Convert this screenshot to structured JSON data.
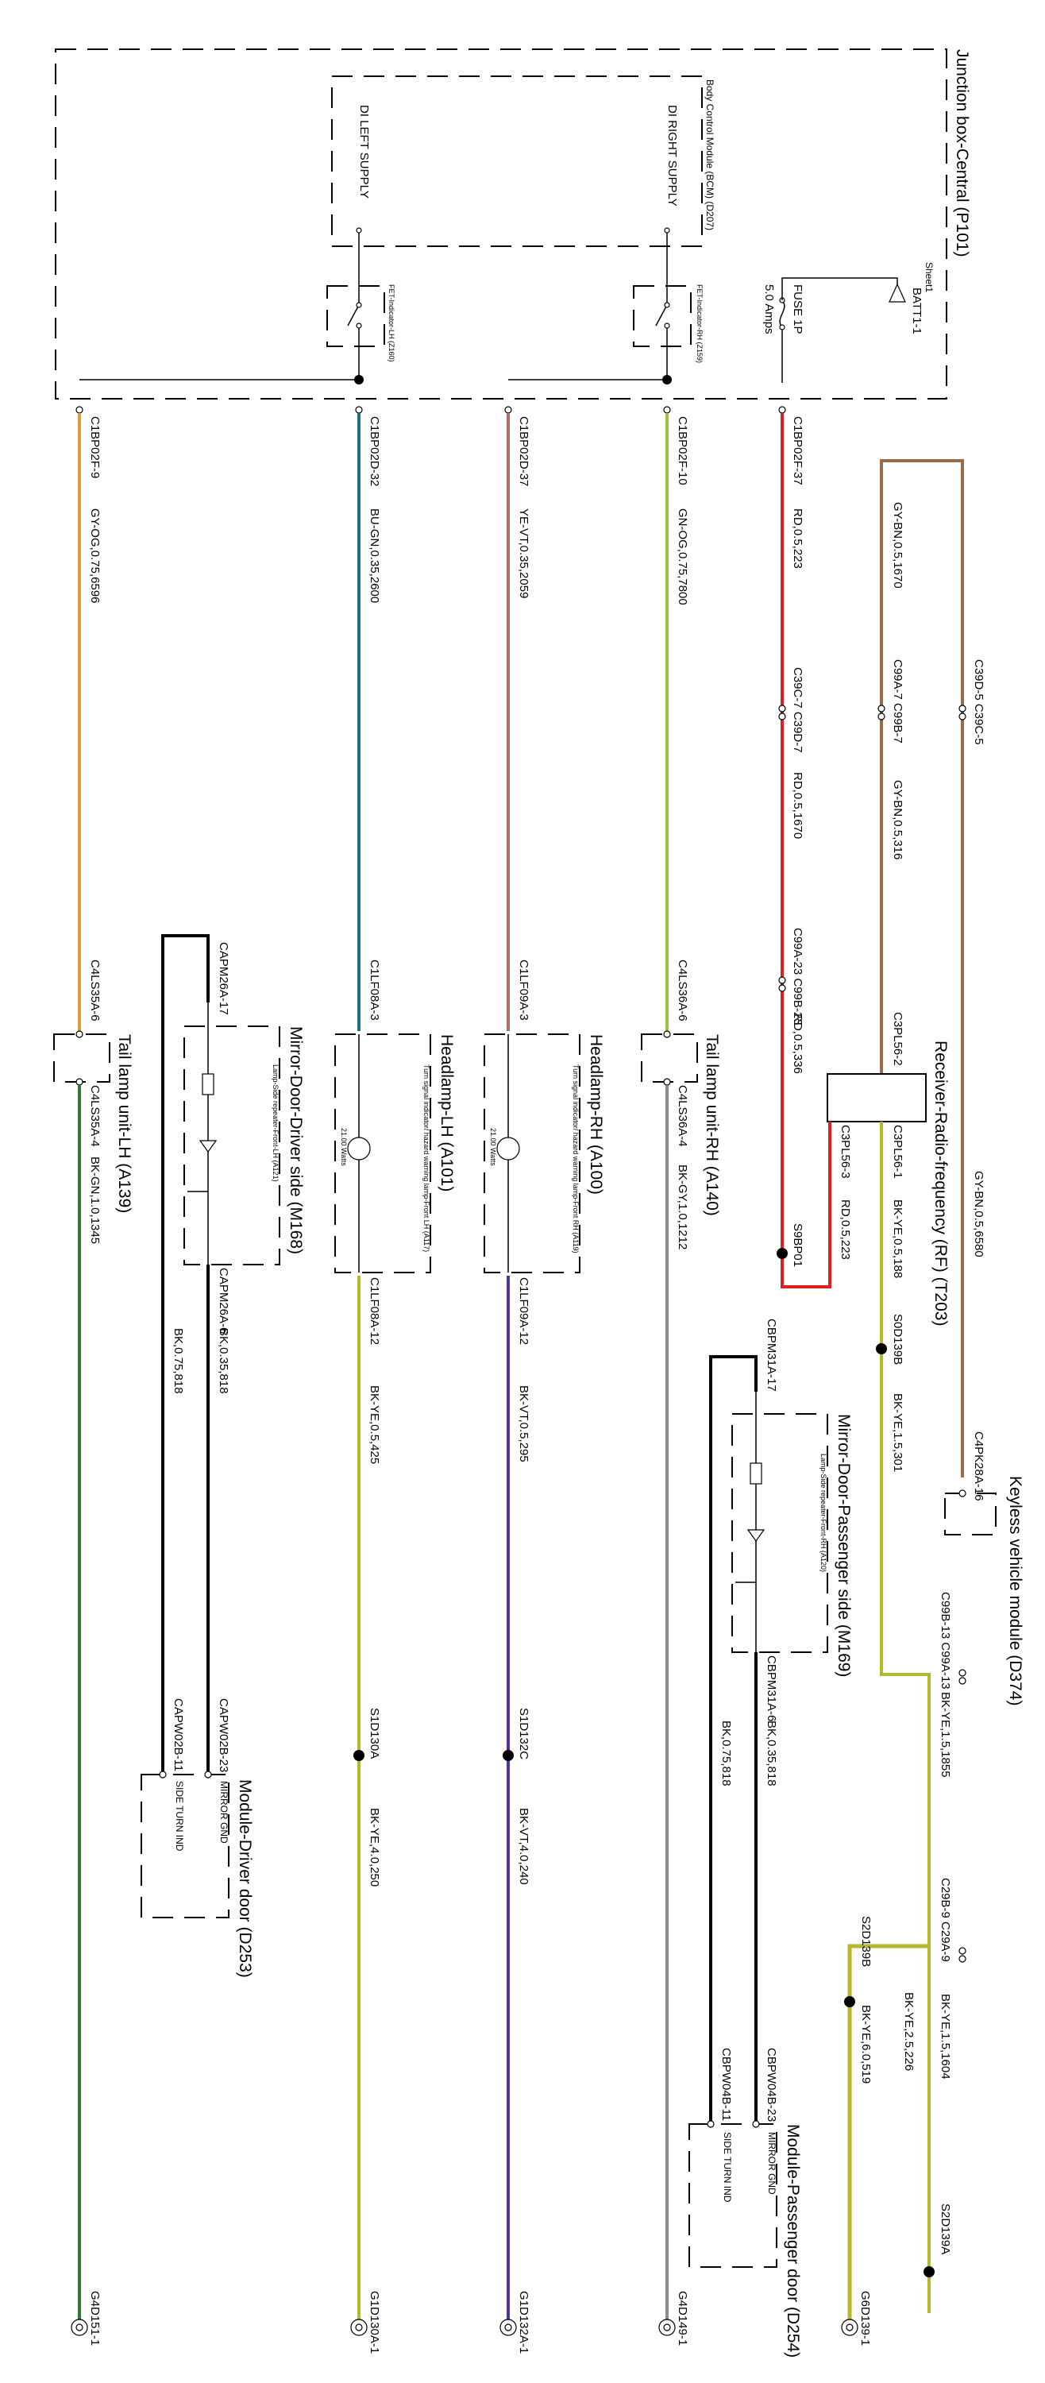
{
  "title": "Junction box-Central (P101)",
  "colors": {
    "red": "#e02020",
    "brown": "#9a6b4a",
    "teal": "#1f6e8c",
    "mauve": "#b07060",
    "lime": "#9bc23a",
    "orange": "#e39a3b",
    "olive": "#b5b82b",
    "purple": "#5a2fa0",
    "grey": "#8a8a8a",
    "green": "#2e7d32",
    "black": "#000000"
  },
  "components": {
    "jb_title": "Junction box-Central (P101)",
    "bcm": "Body Control Module (BCM) (D207)",
    "sheet": "Sheet1",
    "batt": "BATT1-1",
    "fuse": "FUSE 1P",
    "fuse_amps": "5.0 Amps",
    "dr_supply": "DI RIGHT SUPPLY",
    "dl_supply": "DI LEFT SUPPLY",
    "fet_rh": "FET-Indicator-RH (Z159)",
    "fet_lh": "FET-Indicator-LH (Z160)",
    "rf": "Receiver-Radio-frequency (RF) (T203)",
    "kvm": "Keyless vehicle module (D374)",
    "tail_rh": "Tail lamp unit-RH (A140)",
    "tail_lh": "Tail lamp unit-LH (A139)",
    "hl_rh": "Headlamp-RH (A100)",
    "hl_rh_sub": "Turn signal indicator/ hazard warning lamp-Front RH (A119)",
    "hl_lh": "Headlamp-LH (A101)",
    "hl_lh_sub": "Turn signal indicator/ hazard warning lamp-Front LH (A117)",
    "watts": "21.00 Watts",
    "mirror_ps": "Mirror-Door-Passenger side (M169)",
    "mirror_ps_sub": "Lamp-Side repeater-Front-RH (A120)",
    "mirror_ds": "Mirror-Door-Driver side (M168)",
    "mirror_ds_sub": "Lamp-Side repeater-Front-LH (A121)",
    "mod_pd": "Module-Passenger door (D254)",
    "mod_dd": "Module-Driver door (D253)",
    "side_turn": "SIDE TURN IND",
    "mirror_gnd": "MIRROR GND"
  },
  "connectors": {
    "c1": "C1BP02F-37",
    "c2": "C1BP02F-10",
    "c3": "C1BP02D-37",
    "c4": "C1BP02D-32",
    "c5": "C1BP02F-9",
    "c39d5": "C39D-5 C39C-5",
    "c99a7": "C99A-7 C99B-7",
    "c39c7": "C39C-7 C39D-7",
    "c99a23": "C99A-23 C99B-23",
    "c3pl562": "C3PL56-2",
    "c3pl561": "C3PL56-1",
    "c3pl563": "C3PL56-3",
    "s9bp01": "S9BP01",
    "c4ls36a6": "C4LS36A-6",
    "c4ls36a4": "C4LS36A-4",
    "c1lf09a3": "C1LF09A-3",
    "c1lf09a12": "C1LF09A-12",
    "c1lf08a3": "C1LF08A-3",
    "c1lf08a12": "C1LF08A-12",
    "c4ls35a6": "C4LS35A-6",
    "c4ls35a4": "C4LS35A-4",
    "capm26a17": "CAPM26A-17",
    "capm26a6": "CAPM26A-6",
    "cbpm31a17": "CBPM31A-17",
    "cbpm31a6": "CBPM31A-6",
    "s0d139b": "S0D139B",
    "c4pk28a16": "C4PK28A-16",
    "c99b13": "C99B-13 C99A-13",
    "c29b9": "C29B-9 C29A-9",
    "s2d139b": "S2D139B",
    "s2d139a": "S2D139A",
    "s1d130a": "S1D130A",
    "s1d132c": "S1D132C",
    "capw02b23": "CAPW02B-23",
    "capw02b11": "CAPW02B-11",
    "cbpw04b23": "CBPW04B-23",
    "cbpw04b11": "CBPW04B-11",
    "g1d130a1": "G1D130A-1",
    "g1d132a1": "G1D132A-1",
    "g4d149_1": "G4D149-1",
    "g4d151_1": "G4D151-1",
    "g6d139_1": "G6D139-1"
  },
  "wires": {
    "w1": "RD,0.5,223",
    "w2": "GN-OG,0.75,7800",
    "w3": "YE-VT,0.35,2059",
    "w4": "BU-GN,0.35,2600",
    "w5": "GY-OG,0.75,6596",
    "w6": "GY-BN,0.5,1670",
    "w7": "RD,0.5,1670",
    "w8": "GY-BN,0.5,316",
    "w9": "RD,0.5,336",
    "w10": "GY-BN,0.5,6580",
    "w11": "BK-YE,0.5,188",
    "w12": "RD,0.5,223",
    "w13": "BK-GY,1.0,1212",
    "w14": "BK-VT,0.5,295",
    "w15": "BK-YE,0.5,425",
    "w16": "BK-GN,1.0,1345",
    "w17": "BK,0.35,818",
    "w18": "BK,0.75,818",
    "w19": "BK-YE,1.5,301",
    "w20": "BK-YE,1.5,1855",
    "w21": "BK,0.35,818",
    "w22": "BK,0.75,818",
    "w23": "BK-YE,1.5,1604",
    "w24": "BK-YE,2.5,226",
    "w25": "BK-YE,6.0,519",
    "w26": "BK-VT,4.0,240",
    "w27": "BK-YE,4.0,250"
  }
}
